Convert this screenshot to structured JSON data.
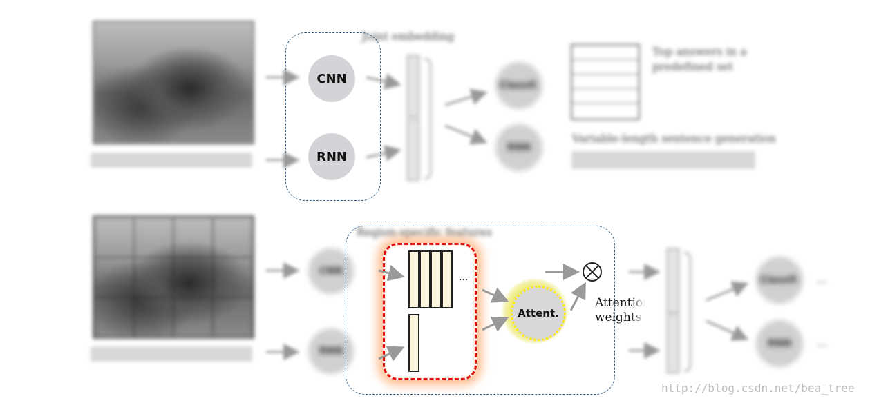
{
  "top_row": {
    "encoders": [
      "CNN",
      "RNN"
    ],
    "joint_label": "Joint embedding",
    "classifier": "Classif.",
    "generator": "RNN",
    "answers_caption": "Top answers in a predefined set",
    "generation_caption": "Variable-length sentence generation"
  },
  "bottom_row": {
    "encoders": [
      "CNN",
      "RNN"
    ],
    "region_label": "Region-specific features",
    "ellipsis": "...",
    "attention_label": "Attent.",
    "attention_weights_line1": "Attention",
    "attention_weights_line2": "weights",
    "classifier": "Classif.",
    "generator": "RNN",
    "trail1": "...",
    "trail2": "..."
  },
  "watermark": "http://blog.csdn.net/bea_tree",
  "colors": {
    "highlight_box": "#e01010",
    "highlight_glow": "#ff8c3c",
    "attention_ring": "#ffea00",
    "group_border": "#2f5f8a",
    "node_fill": "#d4d4d8"
  }
}
